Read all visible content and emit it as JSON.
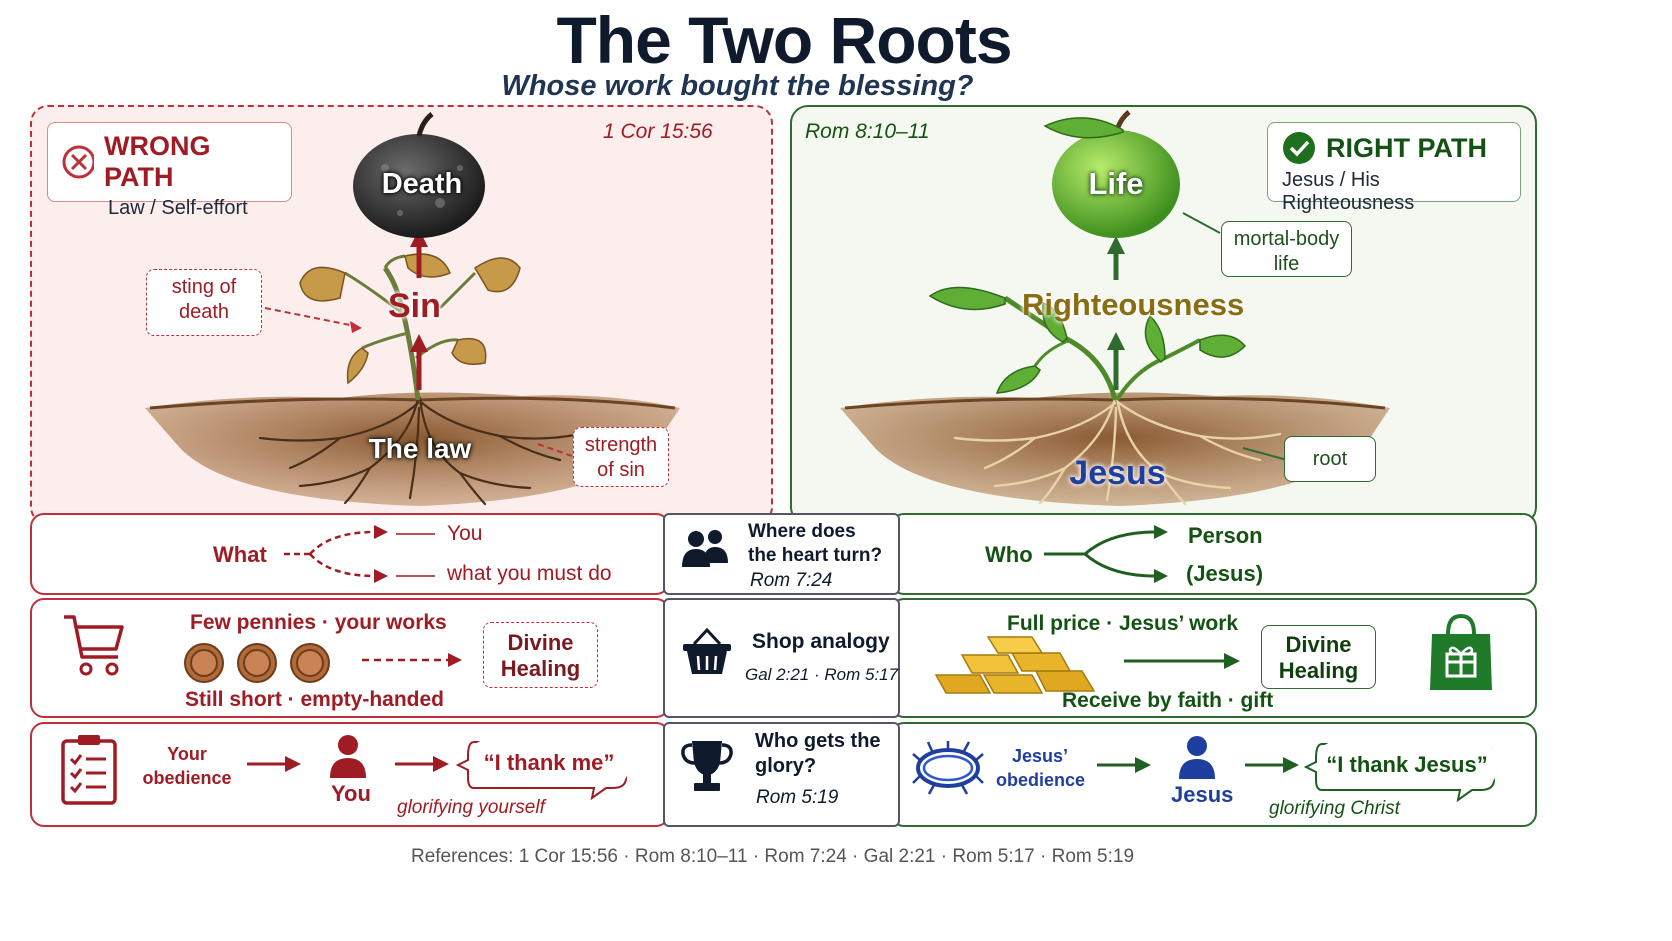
{
  "title": "The Two Roots",
  "subtitle": "Whose work bought the blessing?",
  "wrong": {
    "title": "WRONG PATH",
    "subtitle": "Law / Self-effort",
    "reference": "1 Cor 15:56",
    "fruit": "Death",
    "stem": "Sin",
    "root": "The law",
    "tag_sting": "sting of death",
    "tag_strength": "strength of sin",
    "color": "#c0303a"
  },
  "right": {
    "title": "RIGHT PATH",
    "subtitle": "Jesus / His Righteousness",
    "reference": "Rom 8:10–11",
    "fruit": "Life",
    "stem": "Righteousness",
    "root": "Jesus",
    "tag_life": "mortal-body life",
    "tag_root": "root",
    "color": "#2f6b2f"
  },
  "row1": {
    "left_what": "What",
    "left_you": "You",
    "left_must": "what you must do",
    "mid_question": "Where does the heart turn?",
    "mid_ref": "Rom 7:24",
    "right_who": "Who",
    "right_person": "Person",
    "right_jesus": "(Jesus)"
  },
  "row2": {
    "left_top": "Few pennies · your works",
    "left_bottom": "Still short · empty-handed",
    "left_target": "Divine Healing",
    "mid_title": "Shop analogy",
    "mid_ref": "Gal 2:21 · Rom 5:17",
    "right_top": "Full price · Jesus’ work",
    "right_bottom": "Receive by faith · gift",
    "right_target": "Divine Healing"
  },
  "row3": {
    "left_obedience": "Your obedience",
    "left_person": "You",
    "left_bubble": "“I thank me”",
    "left_caption": "glorifying yourself",
    "mid_question": "Who gets the glory?",
    "mid_ref": "Rom 5:19",
    "right_obedience": "Jesus’ obedience",
    "right_person": "Jesus",
    "right_bubble": "“I thank Jesus”",
    "right_caption": "glorifying Christ"
  },
  "references": "References:  1 Cor 15:56  ·  Rom 8:10–11  ·  Rom 7:24  ·  Gal 2:21  ·  Rom 5:17  ·  Rom 5:19",
  "icons": {
    "wrong": "x-circle-icon",
    "right": "check-circle-icon",
    "cart": "shopping-cart-icon",
    "coins": "coin-icon",
    "basket": "basket-icon",
    "gold": "gold-bars-icon",
    "gift": "gift-bag-icon",
    "people": "people-icon",
    "checklist": "clipboard-checklist-icon",
    "trophy": "trophy-icon",
    "crown": "crown-of-thorns-icon",
    "person": "person-icon"
  }
}
